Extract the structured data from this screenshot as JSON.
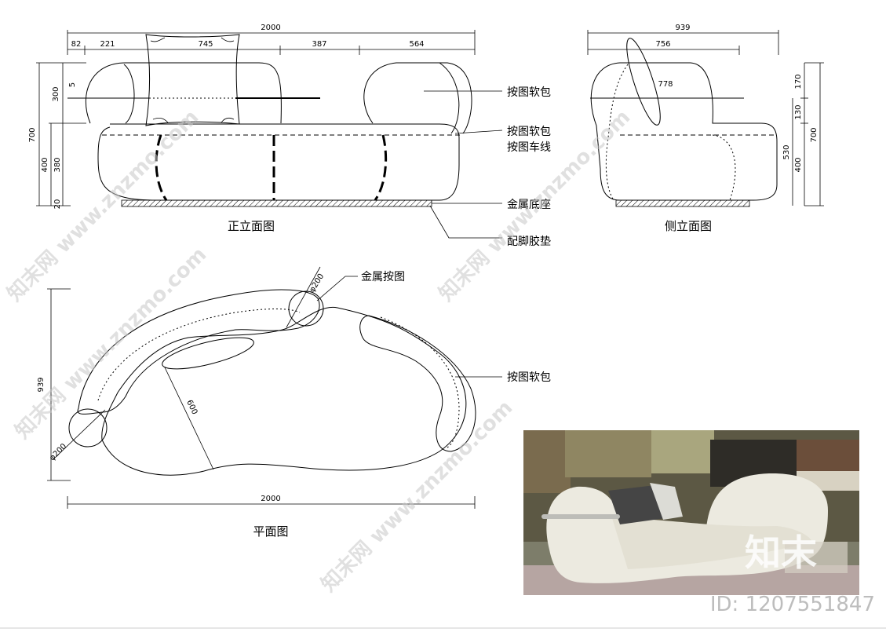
{
  "front_view": {
    "caption": "正立面图",
    "dims_top": {
      "total": "2000",
      "d1": "82",
      "d2": "221",
      "d3": "745",
      "d4": "387",
      "d5": "564"
    },
    "dims_left": {
      "total": "700",
      "upper": "300",
      "mid_outer": "400",
      "mid_inner": "380",
      "bottom": "20",
      "small": "5"
    }
  },
  "side_view": {
    "caption": "侧立面图",
    "dims_top": {
      "total": "939",
      "inner": "756",
      "inner2": "778"
    },
    "dims_right": {
      "d1": "170",
      "d2": "130",
      "d3": "400",
      "inner": "530",
      "total": "700"
    }
  },
  "plan_view": {
    "caption": "平面图",
    "dims": {
      "width": "2000",
      "depth": "939",
      "diag": "600",
      "circle_top": "φ200",
      "circle_left": "φ200"
    }
  },
  "callouts": {
    "c1": "按图软包",
    "c2a": "按图软包",
    "c2b": "按图车线",
    "c3": "金属底座",
    "c4": "配脚胶垫",
    "c5": "金属按图",
    "c6": "按图软包"
  },
  "photo": {
    "logo": "知末"
  },
  "watermark": {
    "text": "知末网 www.znzmo.com",
    "id_text": "ID: 1207551847"
  }
}
